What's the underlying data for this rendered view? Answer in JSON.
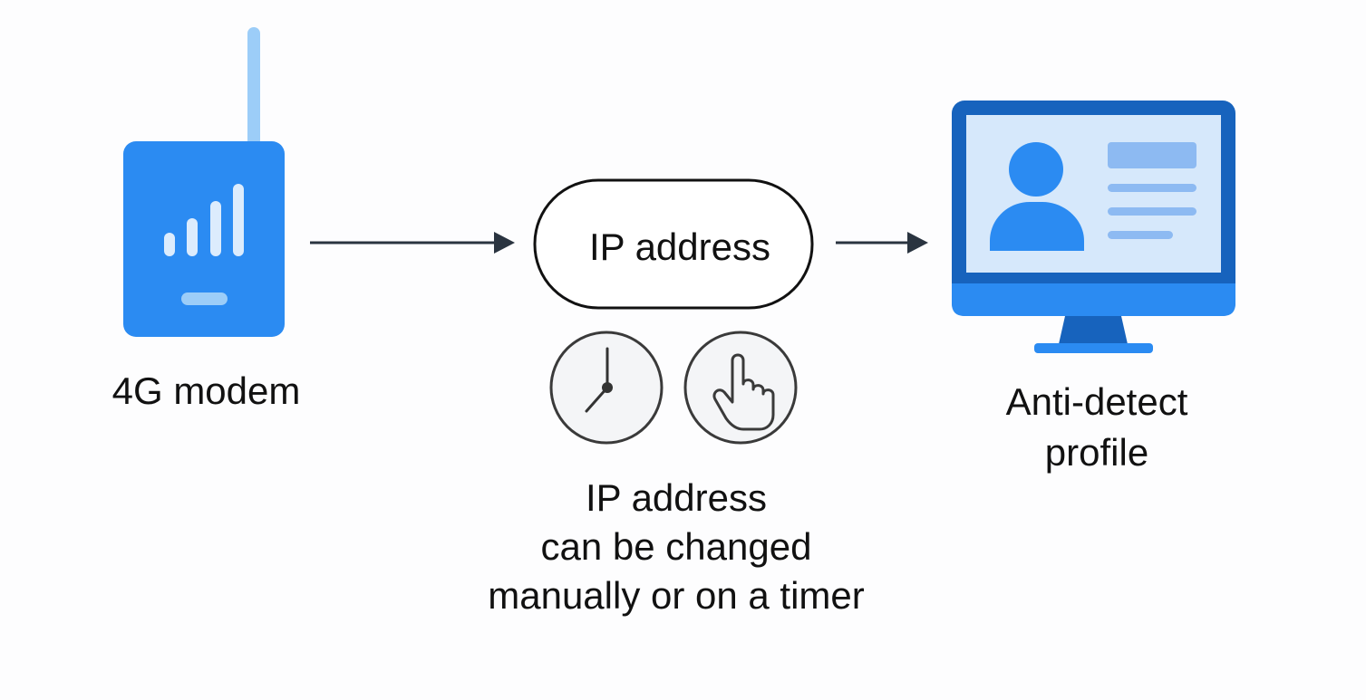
{
  "modem": {
    "label": "4G modem"
  },
  "ip_node": {
    "label": "IP address"
  },
  "caption": {
    "line1": "IP address",
    "line2": "can be changed",
    "line3": "manually or on a timer"
  },
  "profile": {
    "line1": "Anti-detect",
    "line2": "profile"
  },
  "icons": {
    "modem": "cellular-modem-icon",
    "signal": "signal-bars-icon",
    "timer": "clock-icon",
    "manual": "pointing-hand-icon",
    "profile": "monitor-profile-icon"
  },
  "colors": {
    "primary_blue": "#2b8bf2",
    "dark_blue": "#1763bd",
    "light_blue": "#9ccdf8",
    "screen_bg": "#d6e8fb",
    "arrow": "#2a3440",
    "outline": "#333333"
  }
}
